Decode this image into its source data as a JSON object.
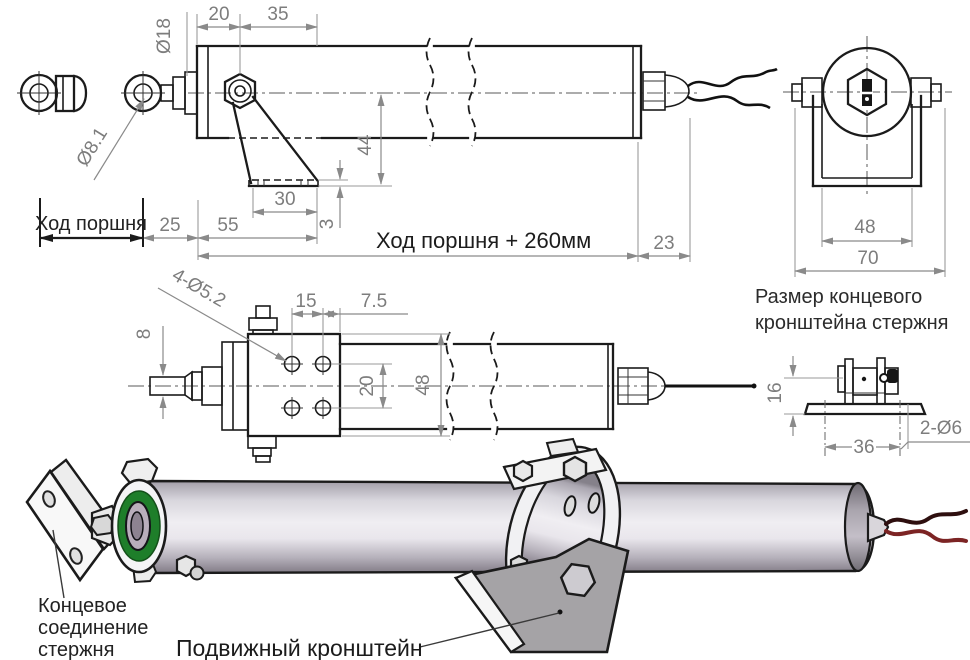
{
  "side_view": {
    "dim_20": "20",
    "dim_35": "35",
    "dim_d18": "Ø18",
    "dim_d81": "Ø8.1",
    "dim_44": "44",
    "dim_30": "30",
    "dim_55": "55",
    "dim_25": "25",
    "dim_3": "3",
    "dim_23": "23",
    "dim_48": "48",
    "dim_70": "70",
    "stroke_label": "Ход поршня",
    "stroke_total_label": "Ход поршня + 260мм"
  },
  "plan_view": {
    "dim_holes": "4-Ø5.2",
    "dim_15": "15",
    "dim_75": "7.5",
    "dim_8": "8",
    "dim_20": "20",
    "dim_48": "48"
  },
  "end_bracket": {
    "caption_line1": "Размер концевого",
    "caption_line2": "кронштейна стержня",
    "dim_16": "16",
    "dim_36": "36",
    "dim_holes": "2-Ø6"
  },
  "photo": {
    "rod_end_label_line1": "Концевое",
    "rod_end_label_line2": "соединение",
    "rod_end_label_line3": "стержня",
    "bracket_label": "Подвижный кронштейн"
  },
  "colors": {
    "line": "#1b1b1b",
    "dim": "#8a8a8a",
    "label": "#1f1f1f",
    "seal_green": "#1e7e2a",
    "wire_dark": "#2e0f0f",
    "wire_red": "#7c2424",
    "bracket_gray": "#a5a3a6",
    "tube_light": "#f0eef2",
    "tube_dark": "#85818a"
  }
}
